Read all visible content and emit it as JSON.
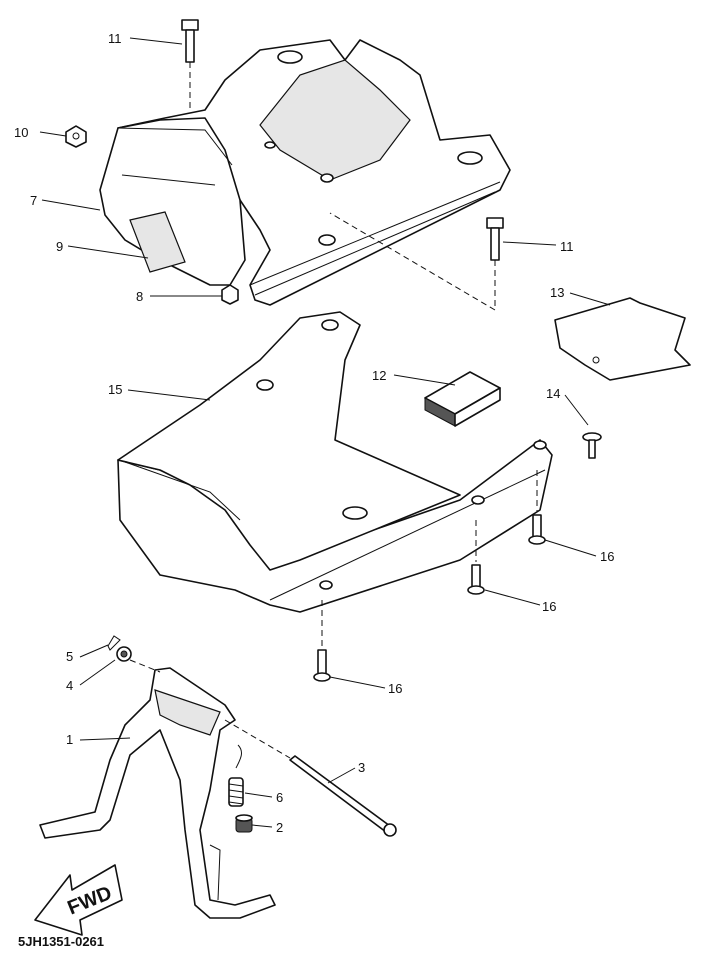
{
  "callouts": {
    "c1": "1",
    "c2": "2",
    "c3": "3",
    "c4": "4",
    "c5": "5",
    "c6": "6",
    "c7": "7",
    "c8": "8",
    "c9": "9",
    "c10": "10",
    "c11a": "11",
    "c11b": "11",
    "c12": "12",
    "c13": "13",
    "c14": "14",
    "c15": "15",
    "c16a": "16",
    "c16b": "16",
    "c16c": "16"
  },
  "fwd_marker": "FWD",
  "drawing_code": "5JH1351-0261"
}
